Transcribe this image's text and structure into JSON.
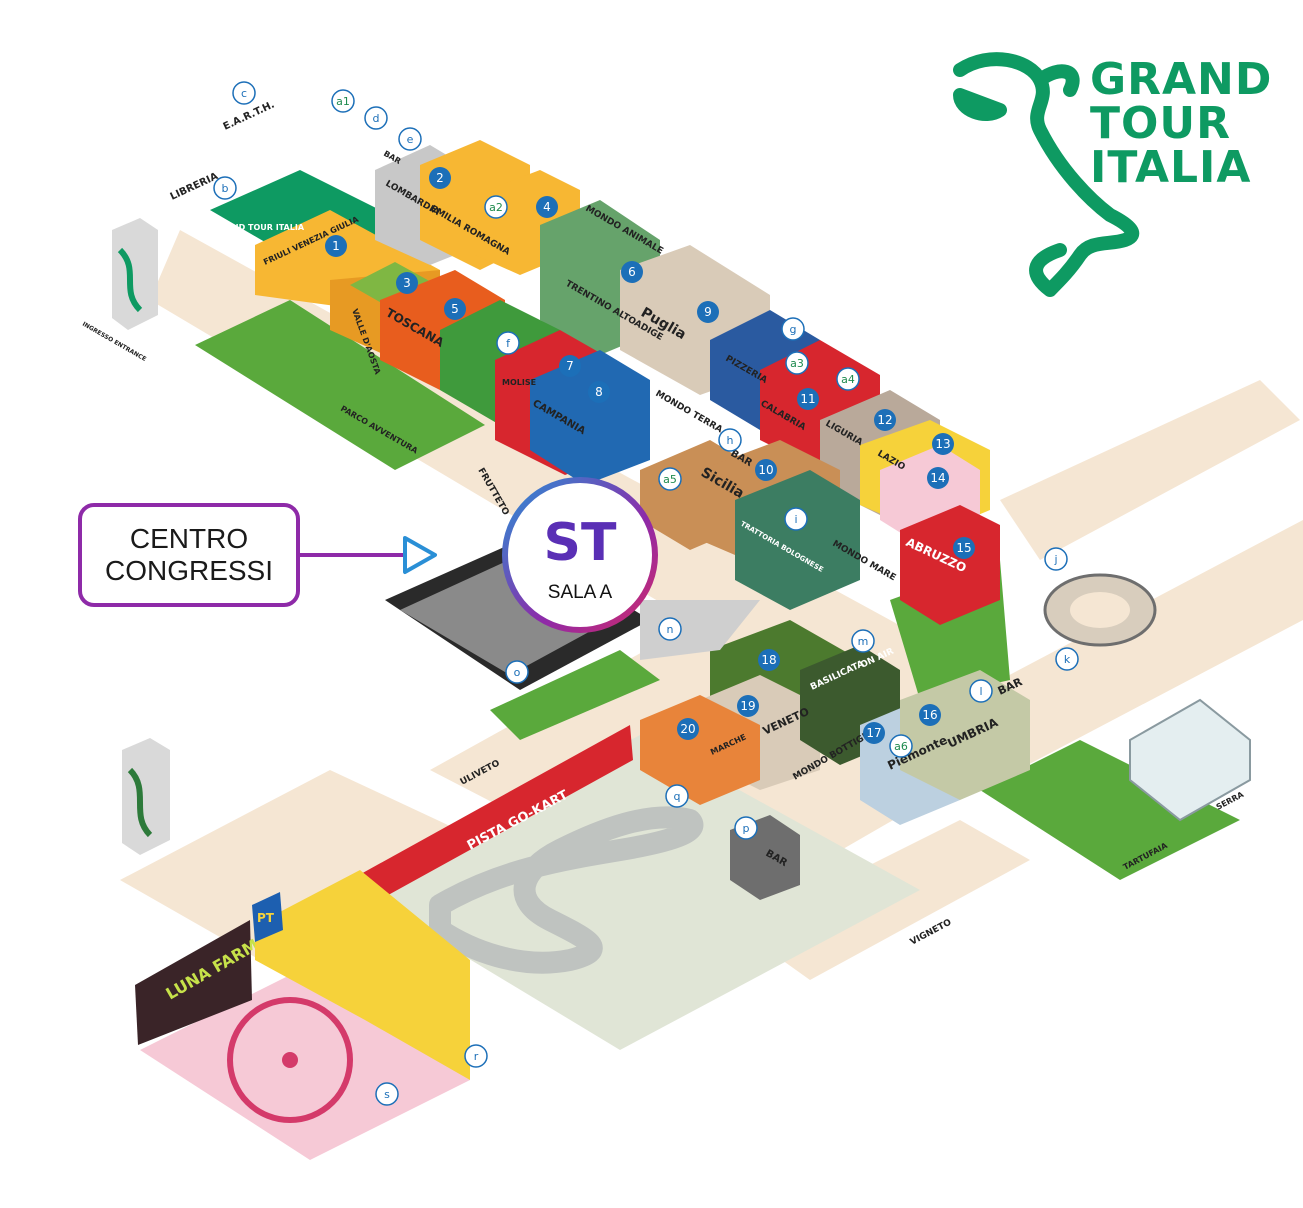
{
  "logo": {
    "lines": [
      "GRAND",
      "TOUR",
      "ITALIA"
    ],
    "color": "#0e9a62"
  },
  "callout": {
    "lines": [
      "CENTRO",
      "CONGRESSI"
    ],
    "border_color": "#8e2aa8",
    "arrow_color": "#2a8fd6"
  },
  "sala": {
    "logo_text": "ST",
    "label": "SALA A"
  },
  "pavilions": {
    "p1": "1",
    "p2": "2",
    "p3": "3",
    "p4": "4",
    "p5": "5",
    "p6": "6",
    "p7": "7",
    "p8": "8",
    "p9": "9",
    "p10": "10",
    "p11": "11",
    "p12": "12",
    "p13": "13",
    "p14": "14",
    "p15": "15",
    "p16": "16",
    "p17": "17",
    "p18": "18",
    "p19": "19",
    "p20": "20"
  },
  "markers": {
    "a1": "a1",
    "a2": "a2",
    "a3": "a3",
    "a4": "a4",
    "a5": "a5",
    "a6": "a6",
    "b": "b",
    "c": "c",
    "d": "d",
    "e": "e",
    "f": "f",
    "g": "g",
    "h": "h",
    "i": "i",
    "j": "j",
    "k": "k",
    "l": "l",
    "m": "m",
    "n": "n",
    "o": "o",
    "p": "p",
    "q": "q",
    "r": "r",
    "s": "s"
  },
  "signs": {
    "earth": "E.A.R.T.H.",
    "libreria": "LIBRERIA",
    "lombardia": "LOMBARDIA",
    "emilia": "EMILIA ROMAGNA",
    "mondo_animale": "MONDO ANIMALE",
    "grand_tour_italia_booth": "GRAND TOUR ITALIA",
    "friuli": "FRIULI VENEZIA GIULIA",
    "valle_daosta": "VALLE D'AOSTA",
    "toscana": "TOSCANA",
    "trentino": "TRENTINO ALTOADIGE",
    "puglia": "Puglia",
    "pizzeria": "PIZZERIA",
    "molise": "MOLISE",
    "campania": "CAMPANIA",
    "mondo_terra": "MONDO TERRA",
    "calabria": "CALABRIA",
    "liguria": "LIGURIA",
    "lazio": "LAZIO",
    "sicilia": "Sicilia",
    "bar_h": "BAR",
    "trattoria": "TRATTORIA BOLOGNESE",
    "mondo_mare": "MONDO MARE",
    "abruzzo": "ABRUZZO",
    "basilicata": "BASILICATA",
    "on_air": "ON AIR",
    "veneto": "VENETO",
    "marche": "MARCHE",
    "piemonte": "Piemonte",
    "umbria": "UMBRIA",
    "mondo_bottiglia": "MONDO BOTTIGLIA",
    "bar_l": "BAR",
    "bar_p": "BAR",
    "bar_e": "BAR",
    "frutteto": "FRUTTETO",
    "parco": "PARCO AVVENTURA",
    "uliveto": "ULIVETO",
    "pista": "PISTA GO-KART",
    "vigneto": "VIGNETO",
    "tartufaia": "TARTUFAIA",
    "serra": "SERRA",
    "ingresso": "INGRESSO ENTRANCE",
    "luna_farm": "LUNA FARM",
    "pt": "PT"
  },
  "colors": {
    "marker_blue": "#1c6fb8",
    "path_beige": "#f5e6d3",
    "grass": "#5aa93c",
    "kart_red": "#d7262e"
  }
}
